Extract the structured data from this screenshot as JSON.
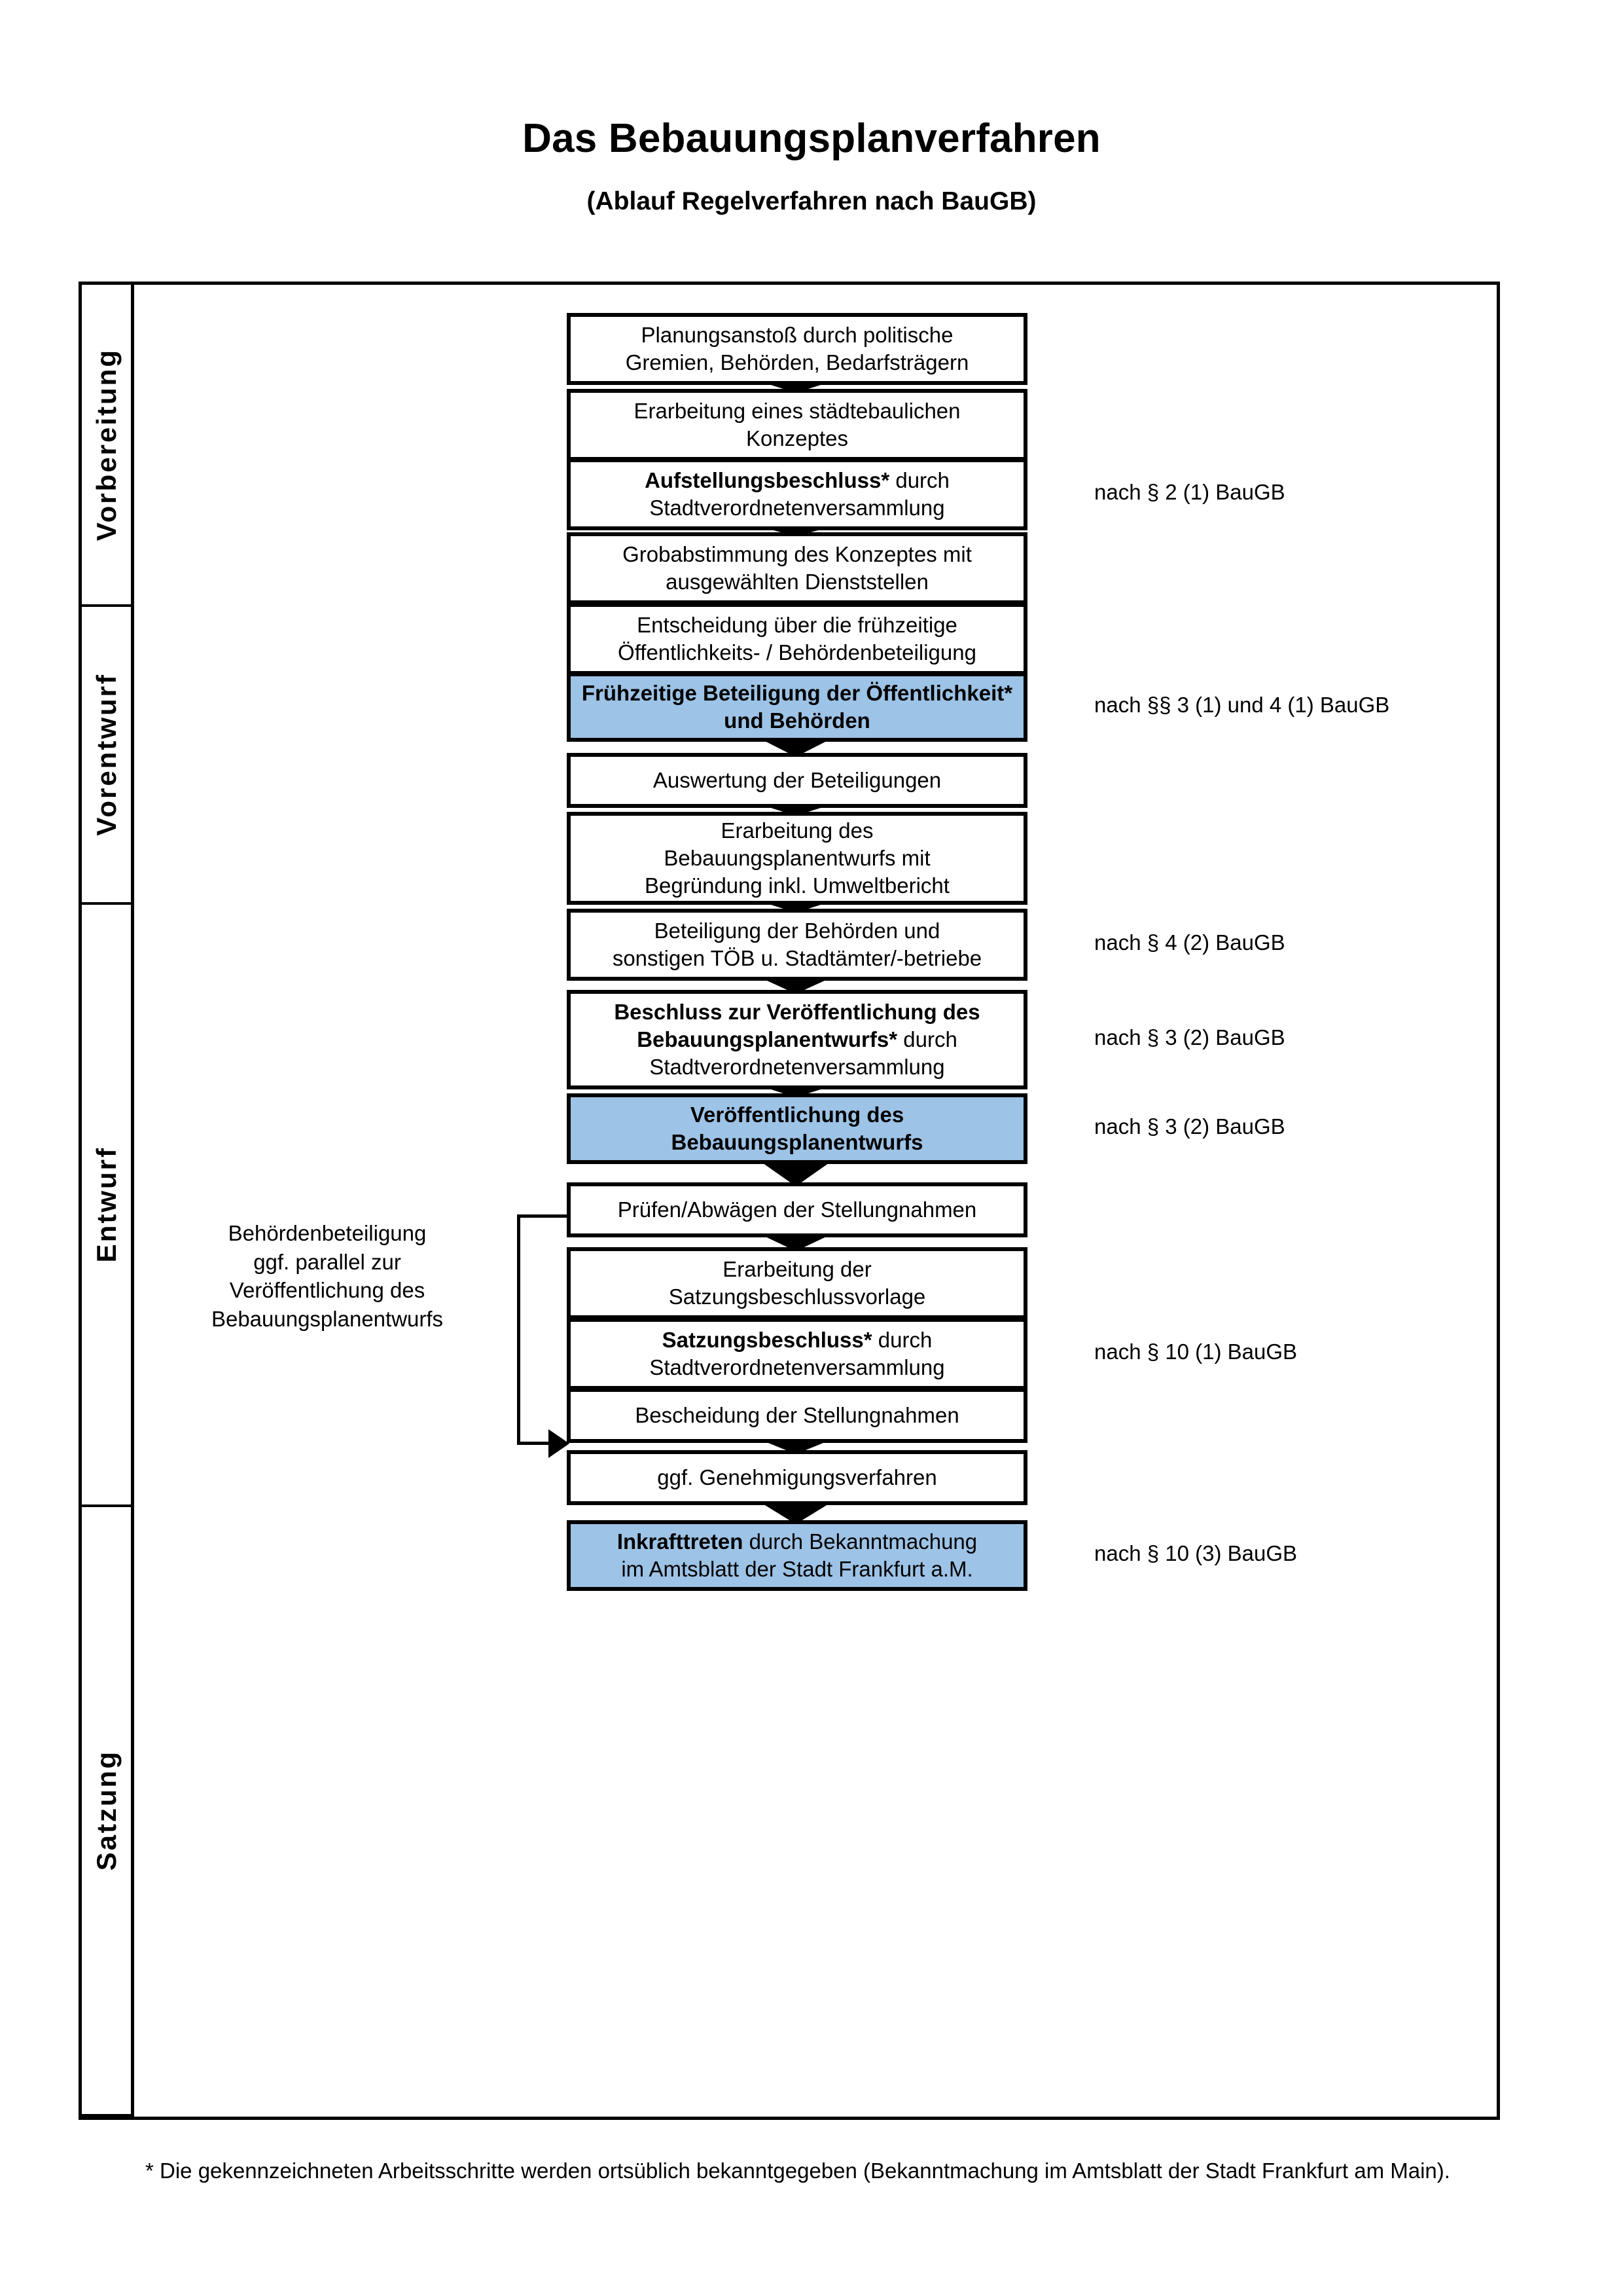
{
  "title": {
    "main": "Das Bebauungsplanverfahren",
    "sub": "(Ablauf Regelverfahren nach BauGB)"
  },
  "colors": {
    "highlight": "#9DC3E6",
    "band_vorbereitung": "#F0F0F0",
    "band_vorentwurf": "#E5E5E5",
    "band_entwurf": "#D9D9D9",
    "band_satzung": "#BFBFBF",
    "outline": "#000000"
  },
  "phases": [
    {
      "id": "vorbereitung",
      "label": "Vorbereitung"
    },
    {
      "id": "vorentwurf",
      "label": "Vorentwurf"
    },
    {
      "id": "entwurf",
      "label": "Entwurf"
    },
    {
      "id": "satzung",
      "label": "Satzung"
    }
  ],
  "steps": [
    {
      "id": "s1",
      "phase": "vorbereitung",
      "highlight": false,
      "bold_prefix": "",
      "line1": "Planungsanstoß durch politische",
      "line2": "Gremien, Behörden, Bedarfsträgern",
      "line3": ""
    },
    {
      "id": "s2",
      "phase": "vorbereitung",
      "highlight": false,
      "bold_prefix": "",
      "line1": "Erarbeitung eines städtebaulichen",
      "line2": "Konzeptes",
      "line3": ""
    },
    {
      "id": "s3",
      "phase": "vorbereitung",
      "highlight": false,
      "bold_prefix": "Aufstellungsbeschluss*",
      "line1": " durch",
      "line2": "Stadtverordnetenversammlung",
      "line3": ""
    },
    {
      "id": "s4",
      "phase": "vorentwurf",
      "highlight": false,
      "bold_prefix": "",
      "line1": "Grobabstimmung des Konzeptes mit",
      "line2": "ausgewählten Dienststellen",
      "line3": ""
    },
    {
      "id": "s5",
      "phase": "vorentwurf",
      "highlight": false,
      "bold_prefix": "",
      "line1": "Entscheidung über die frühzeitige",
      "line2": "Öffentlichkeits- / Behördenbeteiligung",
      "line3": ""
    },
    {
      "id": "s6",
      "phase": "vorentwurf",
      "highlight": true,
      "bold_prefix": "Frühzeitige Beteiligung der Öffentlichkeit* und Behörden",
      "line1": "",
      "line2": "",
      "line3": ""
    },
    {
      "id": "s7",
      "phase": "entwurf",
      "highlight": false,
      "bold_prefix": "",
      "line1": "Auswertung der Beteiligungen",
      "line2": "",
      "line3": ""
    },
    {
      "id": "s8",
      "phase": "entwurf",
      "highlight": false,
      "bold_prefix": "",
      "line1": "Erarbeitung des",
      "line2": "Bebauungsplanentwurfs mit",
      "line3": "Begründung inkl. Umweltbericht"
    },
    {
      "id": "s9",
      "phase": "entwurf",
      "highlight": false,
      "bold_prefix": "",
      "line1": "Beteiligung der Behörden und",
      "line2": "sonstigen TÖB u. Stadtämter/-betriebe",
      "line3": ""
    },
    {
      "id": "s10",
      "phase": "entwurf",
      "highlight": false,
      "bold_prefix": "Beschluss zur Veröffentlichung des Bebauungsplanentwurfs*",
      "line1": " durch",
      "line2": "Stadtverordnetenversammlung",
      "line3": ""
    },
    {
      "id": "s11",
      "phase": "entwurf",
      "highlight": true,
      "bold_prefix": "Veröffentlichung des Bebauungsplanentwurfs",
      "line1": "",
      "line2": "",
      "line3": ""
    },
    {
      "id": "s12",
      "phase": "satzung",
      "highlight": false,
      "bold_prefix": "",
      "line1": "Prüfen/Abwägen der Stellungnahmen",
      "line2": "",
      "line3": ""
    },
    {
      "id": "s13",
      "phase": "satzung",
      "highlight": false,
      "bold_prefix": "",
      "line1": "Erarbeitung der",
      "line2": "Satzungsbeschlussvorlage",
      "line3": ""
    },
    {
      "id": "s14",
      "phase": "satzung",
      "highlight": false,
      "bold_prefix": "Satzungsbeschluss*",
      "line1": " durch",
      "line2": "Stadtverordnetenversammlung",
      "line3": ""
    },
    {
      "id": "s15",
      "phase": "satzung",
      "highlight": false,
      "bold_prefix": "",
      "line1": "Bescheidung der Stellungnahmen",
      "line2": "",
      "line3": ""
    },
    {
      "id": "s16",
      "phase": "satzung",
      "highlight": false,
      "bold_prefix": "",
      "line1": "ggf. Genehmigungsverfahren",
      "line2": "",
      "line3": ""
    },
    {
      "id": "s17",
      "phase": "satzung",
      "highlight": true,
      "bold_prefix": "Inkrafttreten",
      "line1": " durch Bekanntmachung",
      "line2": "im Amtsblatt der Stadt Frankfurt a.M.",
      "line3": ""
    }
  ],
  "references": [
    {
      "id": "r1",
      "for_step": "s3",
      "text": "nach § 2 (1) BauGB"
    },
    {
      "id": "r2",
      "for_step": "s6",
      "text": "nach §§ 3 (1) und 4 (1) BauGB"
    },
    {
      "id": "r3",
      "for_step": "s9",
      "text": "nach § 4 (2) BauGB"
    },
    {
      "id": "r4",
      "for_step": "s10",
      "text": "nach § 3 (2) BauGB"
    },
    {
      "id": "r5",
      "for_step": "s11",
      "text": "nach § 3 (2) BauGB"
    },
    {
      "id": "r6",
      "for_step": "s14",
      "text": "nach § 10 (1) BauGB"
    },
    {
      "id": "r7",
      "for_step": "s17",
      "text": "nach § 10 (3) BauGB"
    }
  ],
  "side_note": {
    "line1": "Behördenbeteiligung",
    "line2": "ggf. parallel zur",
    "line3": "Veröffentlichung des",
    "line4": "Bebauungsplanentwurfs"
  },
  "footnote": {
    "text": "* Die gekennzeichneten Arbeitsschritte werden ortsüblich bekanntgegeben (Bekanntmachung im Amtsblatt  der Stadt Frankfurt am Main)."
  }
}
